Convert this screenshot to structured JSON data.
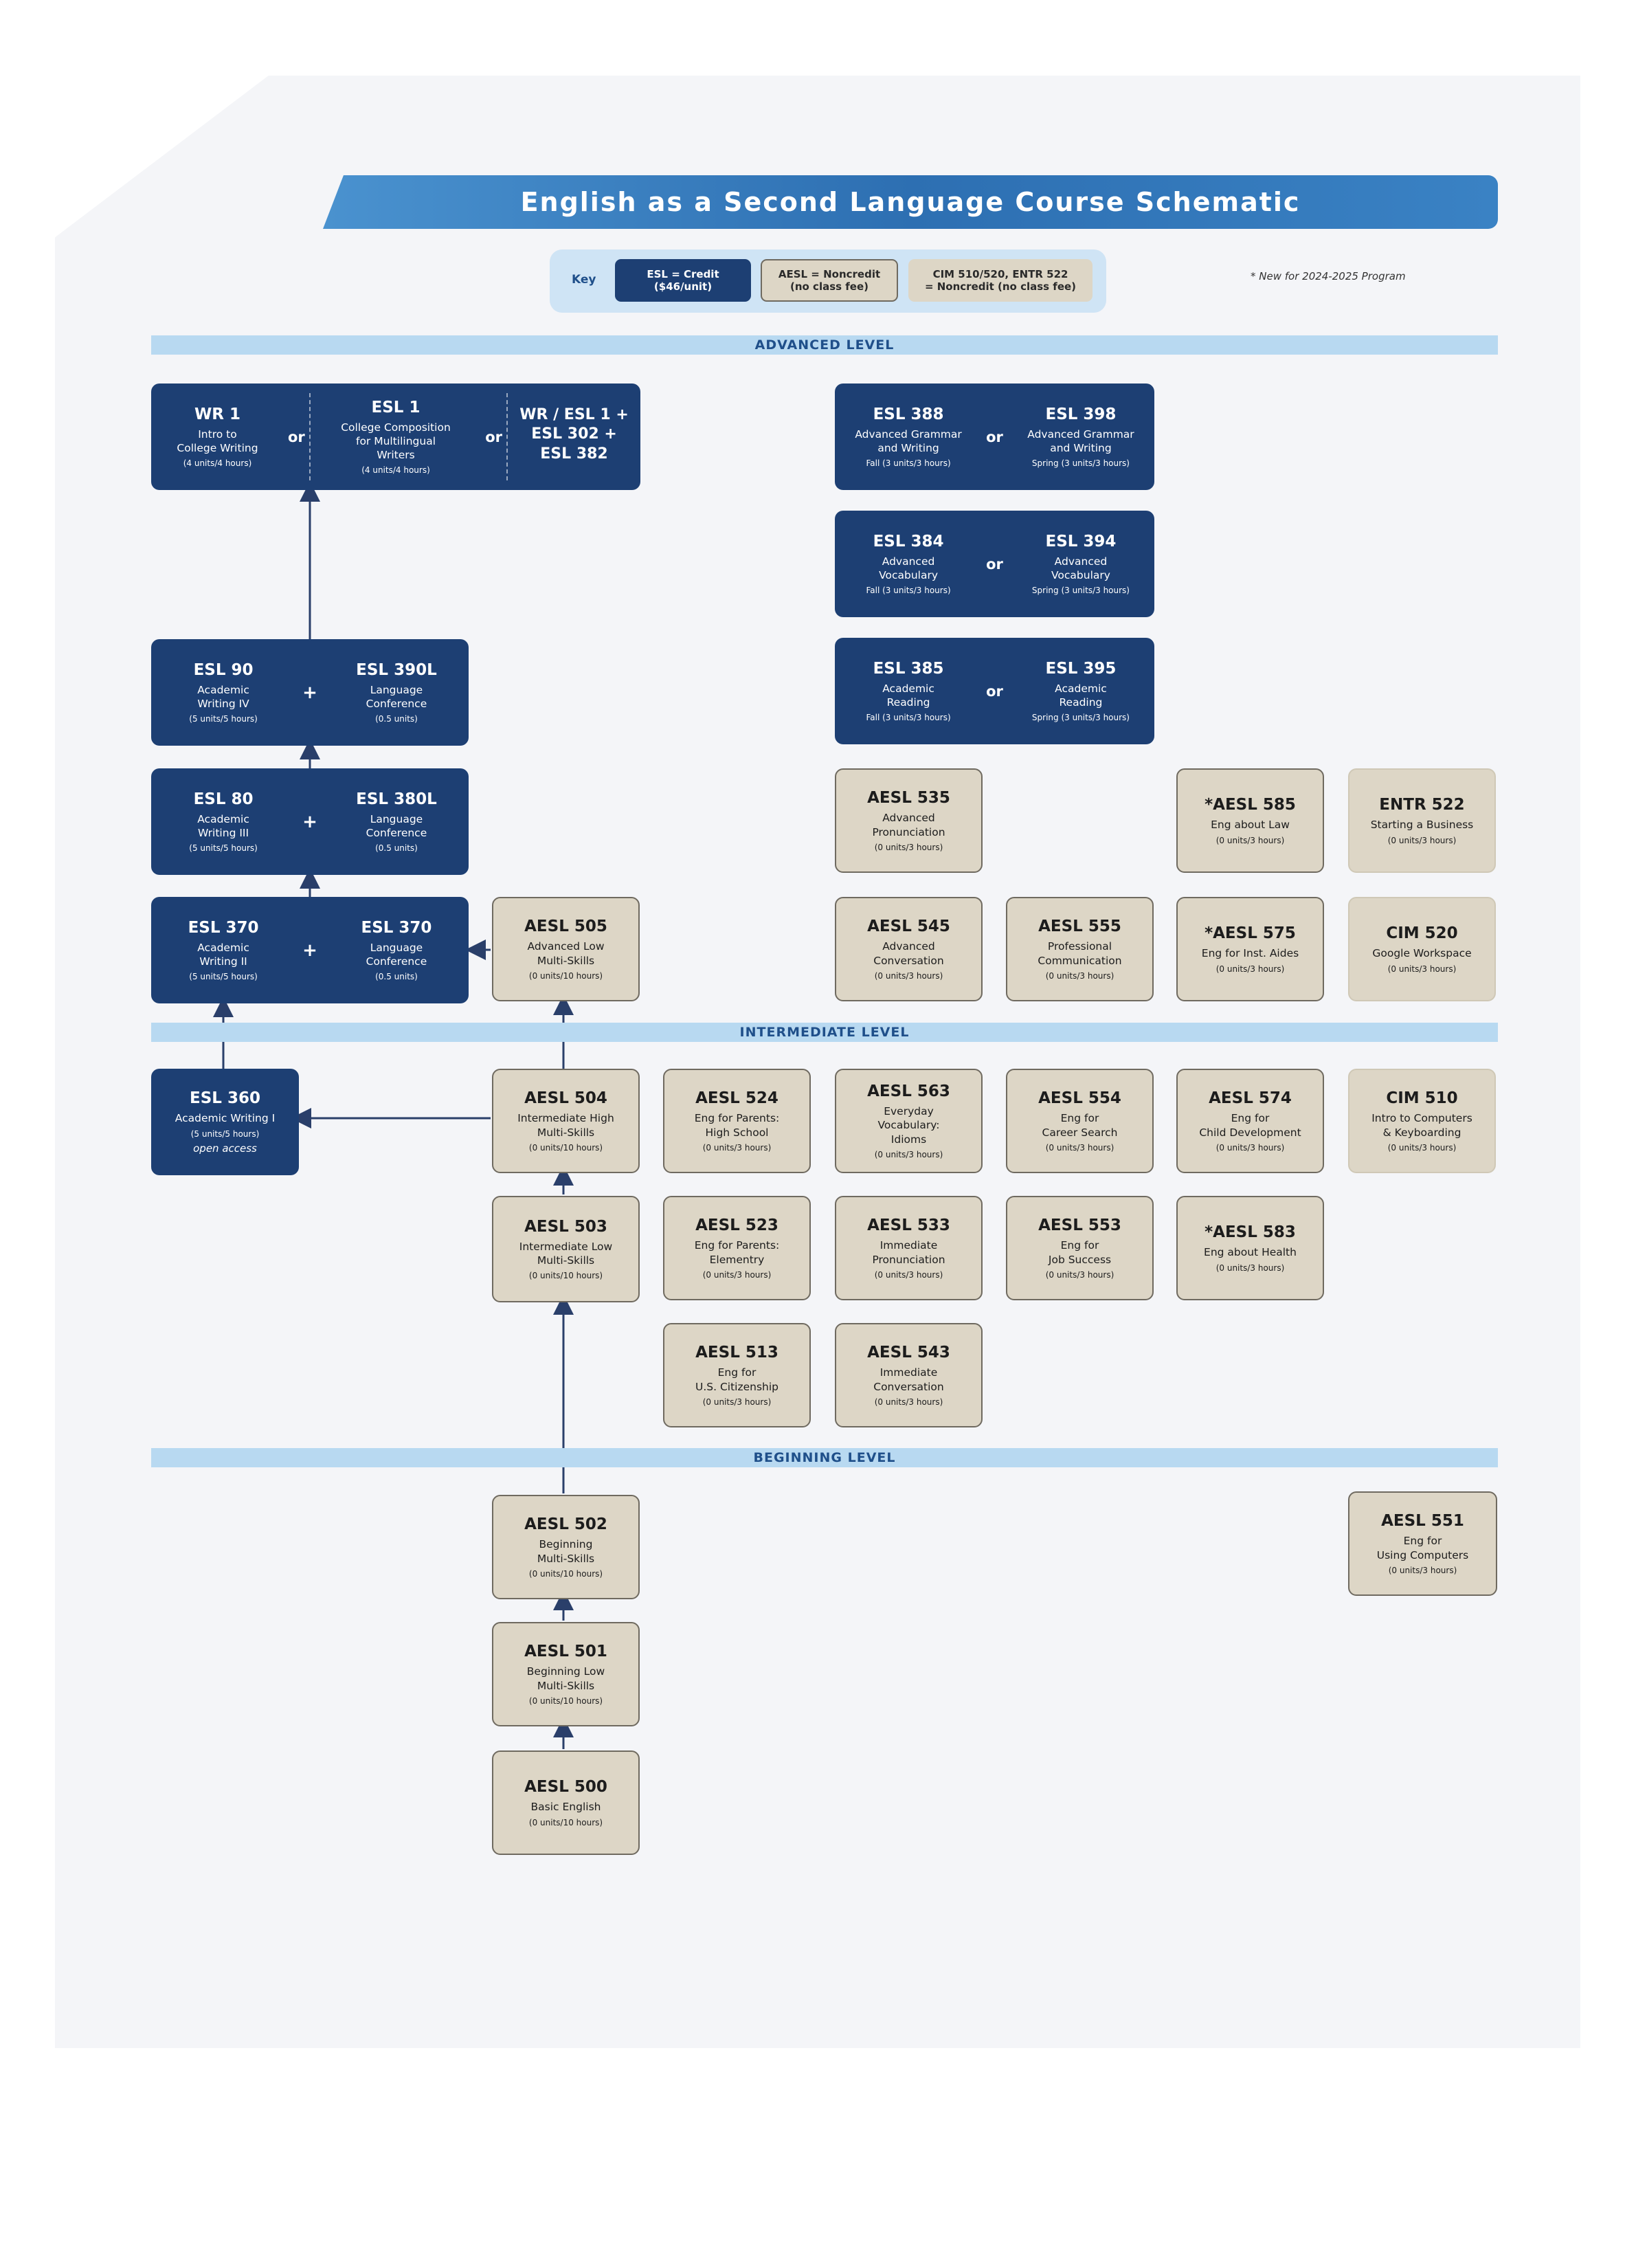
{
  "title": "English as a Second Language Course Schematic",
  "legend": {
    "key_label": "Key",
    "credit": "ESL = Credit\n($46/unit)",
    "noncredit": "AESL = Noncredit\n(no class fee)",
    "cim": "CIM 510/520, ENTR 522\n= Noncredit (no class fee)",
    "new_note": "* New for 2024-2025 Program"
  },
  "levels": {
    "advanced": "ADVANCED LEVEL",
    "intermediate": "INTERMEDIATE LEVEL",
    "beginning": "BEGINNING LEVEL"
  },
  "colors": {
    "credit": "#1d3f73",
    "noncredit": "#ddd6c6",
    "banner": "#2d6fb2",
    "level_bar": "#b8d9f1"
  },
  "groups": {
    "wr1_esl1": {
      "a": {
        "code": "WR 1",
        "title": "Intro to\nCollege Writing",
        "units": "(4 units/4 hours)"
      },
      "or1": "or",
      "b": {
        "code": "ESL 1",
        "title": "College Composition\nfor Multilingual\nWriters",
        "units": "(4 units/4 hours)"
      },
      "or2": "or",
      "c": {
        "code": "WR / ESL 1 +\nESL 302 +\nESL 382"
      }
    },
    "esl90": {
      "a": {
        "code": "ESL 90",
        "title": "Academic\nWriting IV",
        "units": "(5 units/5 hours)"
      },
      "plus": "+",
      "b": {
        "code": "ESL 390L",
        "title": "Language\nConference",
        "units": "(0.5 units)"
      }
    },
    "esl80": {
      "a": {
        "code": "ESL 80",
        "title": "Academic\nWriting III",
        "units": "(5 units/5 hours)"
      },
      "plus": "+",
      "b": {
        "code": "ESL 380L",
        "title": "Language\nConference",
        "units": "(0.5 units)"
      }
    },
    "esl370": {
      "a": {
        "code": "ESL 370",
        "title": "Academic\nWriting II",
        "units": "(5 units/5 hours)"
      },
      "plus": "+",
      "b": {
        "code": "ESL 370",
        "title": "Language\nConference",
        "units": "(0.5 units)"
      }
    },
    "esl388": {
      "a": {
        "code": "ESL 388",
        "title": "Advanced Grammar\nand Writing",
        "units": "Fall (3 units/3 hours)"
      },
      "or": "or",
      "b": {
        "code": "ESL 398",
        "title": "Advanced Grammar\nand Writing",
        "units": "Spring (3 units/3 hours)"
      }
    },
    "esl384": {
      "a": {
        "code": "ESL 384",
        "title": "Advanced\nVocabulary",
        "units": "Fall (3 units/3 hours)"
      },
      "or": "or",
      "b": {
        "code": "ESL 394",
        "title": "Advanced\nVocabulary",
        "units": "Spring (3 units/3 hours)"
      }
    },
    "esl385": {
      "a": {
        "code": "ESL 385",
        "title": "Academic\nReading",
        "units": "Fall (3 units/3 hours)"
      },
      "or": "or",
      "b": {
        "code": "ESL 395",
        "title": "Academic\nReading",
        "units": "Spring (3 units/3 hours)"
      }
    }
  },
  "esl360": {
    "code": "ESL 360",
    "title": "Academic Writing I",
    "units": "(5 units/5 hours)",
    "access": "open access"
  },
  "courses": {
    "aesl535": {
      "code": "AESL 535",
      "title": "Advanced\nPronunciation",
      "units": "(0 units/3 hours)"
    },
    "aesl585": {
      "code": "*AESL 585",
      "title": "Eng about Law",
      "units": "(0 units/3 hours)"
    },
    "entr522": {
      "code": "ENTR 522",
      "title": "Starting a Business",
      "units": "(0 units/3 hours)"
    },
    "aesl505": {
      "code": "AESL 505",
      "title": "Advanced Low\nMulti-Skills",
      "units": "(0 units/10 hours)"
    },
    "aesl545": {
      "code": "AESL 545",
      "title": "Advanced\nConversation",
      "units": "(0 units/3 hours)"
    },
    "aesl555": {
      "code": "AESL 555",
      "title": "Professional\nCommunication",
      "units": "(0 units/3 hours)"
    },
    "aesl575": {
      "code": "*AESL 575",
      "title": "Eng for Inst. Aides",
      "units": "(0 units/3 hours)"
    },
    "cim520": {
      "code": "CIM 520",
      "title": "Google Workspace",
      "units": "(0 units/3 hours)"
    },
    "aesl504": {
      "code": "AESL 504",
      "title": "Intermediate High\nMulti-Skills",
      "units": "(0 units/10 hours)"
    },
    "aesl524": {
      "code": "AESL 524",
      "title": "Eng for Parents:\nHigh School",
      "units": "(0 units/3 hours)"
    },
    "aesl563": {
      "code": "AESL 563",
      "title": "Everyday\nVocabulary:\nIdioms",
      "units": "(0 units/3 hours)"
    },
    "aesl554": {
      "code": "AESL 554",
      "title": "Eng for\nCareer Search",
      "units": "(0 units/3 hours)"
    },
    "aesl574": {
      "code": "AESL 574",
      "title": "Eng for\nChild Development",
      "units": "(0 units/3 hours)"
    },
    "cim510": {
      "code": "CIM 510",
      "title": "Intro to Computers\n& Keyboarding",
      "units": "(0 units/3 hours)"
    },
    "aesl503": {
      "code": "AESL 503",
      "title": "Intermediate Low\nMulti-Skills",
      "units": "(0 units/10 hours)"
    },
    "aesl523": {
      "code": "AESL 523",
      "title": "Eng for Parents:\nElementry",
      "units": "(0 units/3 hours)"
    },
    "aesl533": {
      "code": "AESL 533",
      "title": "Immediate\nPronunciation",
      "units": "(0 units/3 hours)"
    },
    "aesl553": {
      "code": "AESL 553",
      "title": "Eng for\nJob Success",
      "units": "(0 units/3 hours)"
    },
    "aesl583": {
      "code": "*AESL 583",
      "title": "Eng about Health",
      "units": "(0 units/3 hours)"
    },
    "aesl513": {
      "code": "AESL 513",
      "title": "Eng for\nU.S. Citizenship",
      "units": "(0 units/3 hours)"
    },
    "aesl543": {
      "code": "AESL 543",
      "title": "Immediate\nConversation",
      "units": "(0 units/3 hours)"
    },
    "aesl502": {
      "code": "AESL 502",
      "title": "Beginning\nMulti-Skills",
      "units": "(0 units/10 hours)"
    },
    "aesl551": {
      "code": "AESL 551",
      "title": "Eng for\nUsing Computers",
      "units": "(0 units/3 hours)"
    },
    "aesl501": {
      "code": "AESL 501",
      "title": "Beginning Low\nMulti-Skills",
      "units": "(0 units/10 hours)"
    },
    "aesl500": {
      "code": "AESL 500",
      "title": "Basic English",
      "units": "(0 units/10 hours)"
    }
  }
}
